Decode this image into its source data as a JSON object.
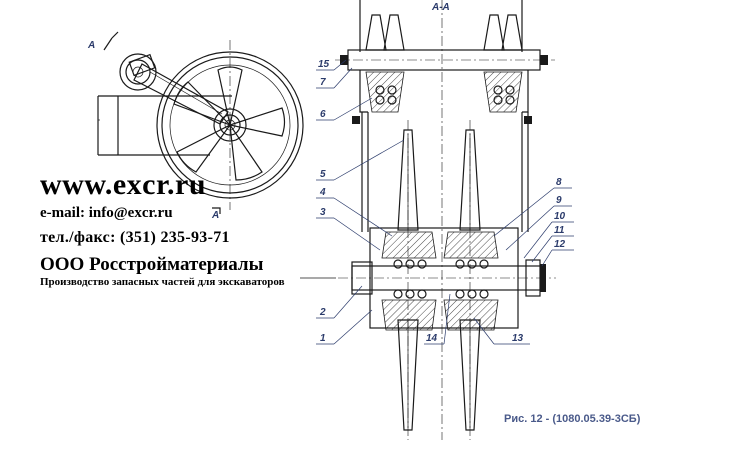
{
  "drawing": {
    "section_label": "A-A",
    "view_mark_top": "A",
    "view_mark_bottom": "A",
    "caption": "Рис. 12 - (1080.05.39-3СБ)",
    "callouts": {
      "c1": "1",
      "c2": "2",
      "c3": "3",
      "c4": "4",
      "c5": "5",
      "c6": "6",
      "c7": "7",
      "c8": "8",
      "c9": "9",
      "c10": "10",
      "c11": "11",
      "c12": "12",
      "c13": "13",
      "c14": "14",
      "c15": "15"
    }
  },
  "contact": {
    "website": "www.excr.ru",
    "email": "e-mail: info@excr.ru",
    "phone": "тел./факс: (351) 235-93-71",
    "company": "ООО Росстройматериалы",
    "tagline": "Производство запасных частей для экскаваторов"
  }
}
